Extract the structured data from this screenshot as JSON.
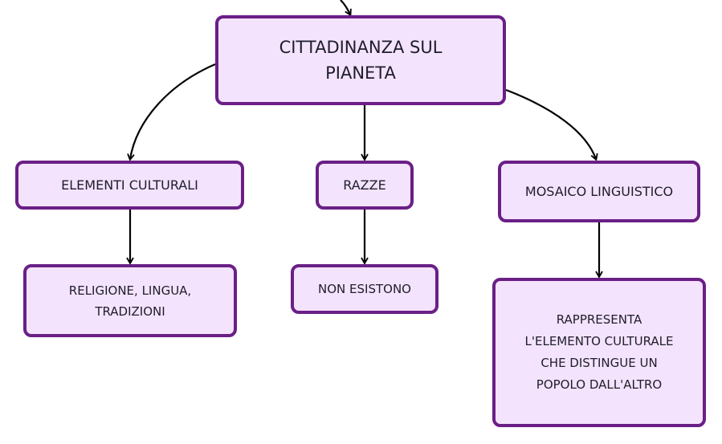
{
  "diagram": {
    "nodes": {
      "root": {
        "label": "CITTADINANZA SUL\nPIANETA"
      },
      "cult": {
        "label": "ELEMENTI CULTURALI"
      },
      "razze": {
        "label": "RAZZE"
      },
      "mos": {
        "label": "MOSAICO LINGUISTICO"
      },
      "rel": {
        "label": "RELIGIONE, LINGUA,\nTRADIZIONI"
      },
      "non": {
        "label": "NON ESISTONO"
      },
      "rapp": {
        "label": "RAPPRESENTA\nL'ELEMENTO CULTURALE\nCHE DISTINGUE UN\nPOPOLO DALL'ALTRO"
      }
    },
    "edges": [
      {
        "from": "incoming",
        "to": "root"
      },
      {
        "from": "root",
        "to": "cult"
      },
      {
        "from": "root",
        "to": "razze"
      },
      {
        "from": "root",
        "to": "mos"
      },
      {
        "from": "cult",
        "to": "rel"
      },
      {
        "from": "razze",
        "to": "non"
      },
      {
        "from": "mos",
        "to": "rapp"
      }
    ],
    "colors": {
      "node_fill": "#f4e3fd",
      "node_border": "#6a1f86",
      "text": "#1e1e2a",
      "edge": "#000000"
    }
  }
}
